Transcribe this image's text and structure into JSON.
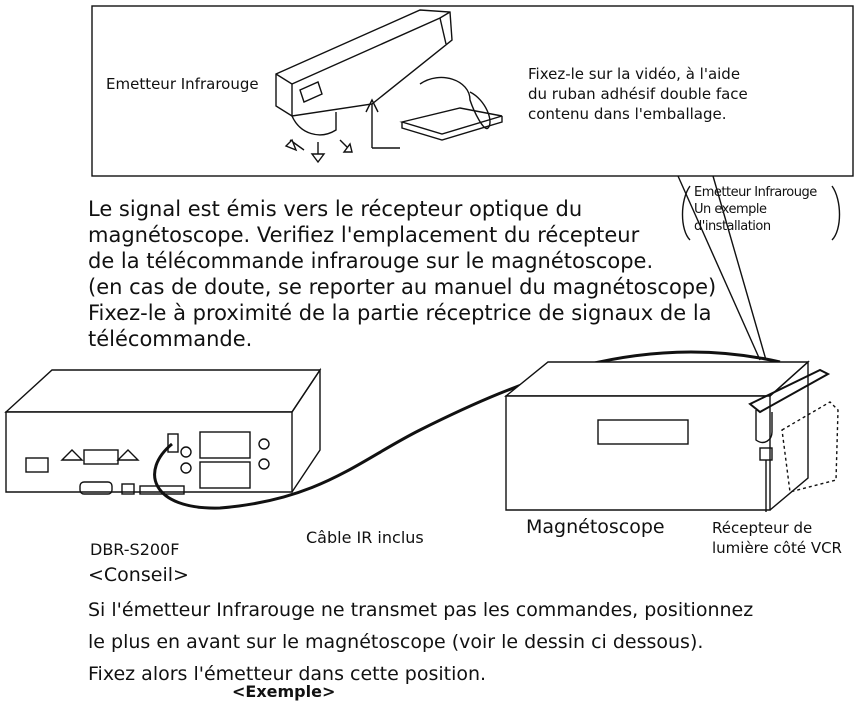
{
  "inset": {
    "emitter_label": "Emetteur Infrarouge",
    "instruction_lines": [
      "Fixez-le sur la vidéo, à l'aide",
      "du ruban adhésif double face",
      "contenu dans l'emballage."
    ]
  },
  "side_note": {
    "lines": [
      "Emetteur Infrarouge",
      "Un exemple",
      "d'installation"
    ]
  },
  "description_lines": [
    "Le signal est émis vers le récepteur optique du",
    "magnétoscope. Verifiez l'emplacement du récepteur",
    "de la télécommande infrarouge sur le magnétoscope.",
    "(en cas de doute, se reporter au manuel du magnétoscope)",
    "Fixez-le à proximité de la partie réceptrice de signaux de la",
    "télécommande."
  ],
  "labels": {
    "cable": "Câble IR inclus",
    "recorder": "DBR-S200F",
    "vcr": "Magnétoscope",
    "receiver_lines": [
      "Récepteur de",
      "lumière côté VCR"
    ]
  },
  "tip": {
    "heading": "<Conseil>",
    "lines": [
      "Si l'émetteur Infrarouge ne transmet pas les commandes, positionnez",
      "le plus en avant sur le magnétoscope (voir le dessin ci dessous).",
      "Fixez alors l'émetteur dans cette position."
    ],
    "example": "<Exemple>"
  }
}
